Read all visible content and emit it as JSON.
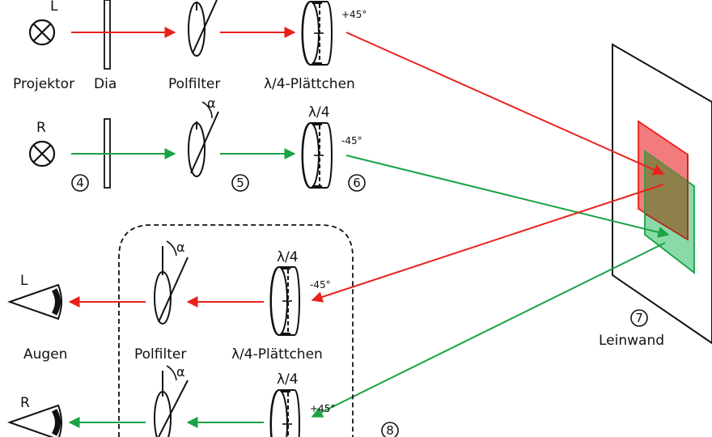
{
  "colors": {
    "red": "#e8221b",
    "green": "#19a345",
    "red_fill": "#f26d6d",
    "green_fill": "#5ccc86",
    "ink": "#111111"
  },
  "labels": {
    "lamp_top": "L",
    "lamp_bottom": "R",
    "projector": "Projektor",
    "slide": "Dia",
    "polfilter_top": "Polfilter",
    "quarter_top": "λ/4-Plättchen",
    "angle_plus45_top": "+45°",
    "alpha_1": "α",
    "quarter_short_1": "λ/4",
    "angle_minus45_mid": "-45°",
    "num_4": "4",
    "num_5": "5",
    "num_6": "6",
    "num_7": "7",
    "screen": "Leinwand",
    "alpha_2": "α",
    "quarter_short_2": "λ/4",
    "angle_minus45_glasses": "-45°",
    "eye_left": "L",
    "eyes": "Augen",
    "polfilter_bottom": "Polfilter",
    "quarter_bottom": "λ/4-Plättchen",
    "alpha_3": "α",
    "quarter_short_3": "λ/4",
    "angle_plus45_bottom": "+45°",
    "eye_right": "R",
    "num_8": "8"
  },
  "icons": [
    "lamp-icon",
    "eye-icon",
    "polarizer-icon",
    "waveplate-icon",
    "screen-icon"
  ]
}
